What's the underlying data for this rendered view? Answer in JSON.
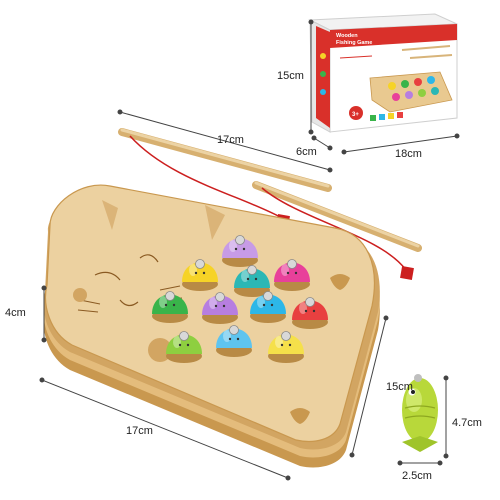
{
  "dimensions": {
    "box_height": "15cm",
    "box_depth": "6cm",
    "box_width": "18cm",
    "rod_length": "17cm",
    "board_thickness": "4cm",
    "board_width": "17cm",
    "board_depth": "15cm",
    "fish_height": "4.7cm",
    "fish_width": "2.5cm"
  },
  "package": {
    "title_line1": "Wooden",
    "title_line2": "Fishing Game",
    "badge": "3+"
  },
  "colors": {
    "wood": "#e9c990",
    "wood_dark": "#c9984f",
    "box_red": "#d9302a",
    "string_red": "#cc1f1f",
    "fish_green": "#b8d83a"
  },
  "fish": [
    {
      "color": "#c79be6"
    },
    {
      "color": "#f6d327"
    },
    {
      "color": "#2bb7b5"
    },
    {
      "color": "#e8409a"
    },
    {
      "color": "#39b44a"
    },
    {
      "color": "#b77ee0"
    },
    {
      "color": "#2db7e8"
    },
    {
      "color": "#e84040"
    },
    {
      "color": "#8ecf40"
    },
    {
      "color": "#5ec4ef"
    },
    {
      "color": "#f5e04a"
    }
  ]
}
